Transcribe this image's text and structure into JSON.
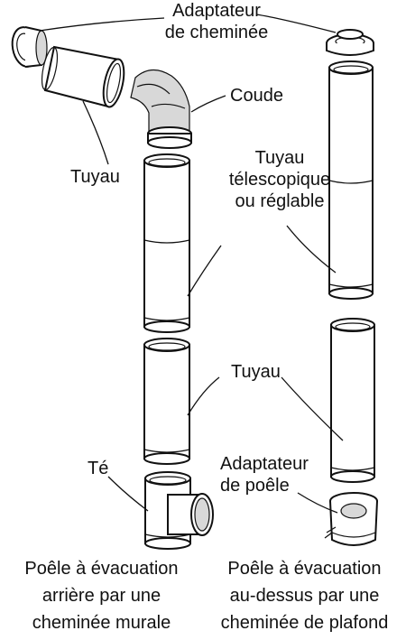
{
  "labels": {
    "chimney_adapter": [
      "Adaptateur",
      "de cheminée"
    ],
    "elbow": "Coude",
    "pipe_left": "Tuyau",
    "telescopic": [
      "Tuyau",
      "télescopique",
      "ou réglable"
    ],
    "pipe_right": "Tuyau",
    "tee": "Té",
    "stove_adapter": [
      "Adaptateur",
      "de poêle"
    ]
  },
  "captions": {
    "left": [
      "Poêle à évacuation",
      "arrière par une",
      "cheminée murale"
    ],
    "right": [
      "Poêle à évacuation",
      "au-dessus par une",
      "cheminée de plafond"
    ]
  }
}
